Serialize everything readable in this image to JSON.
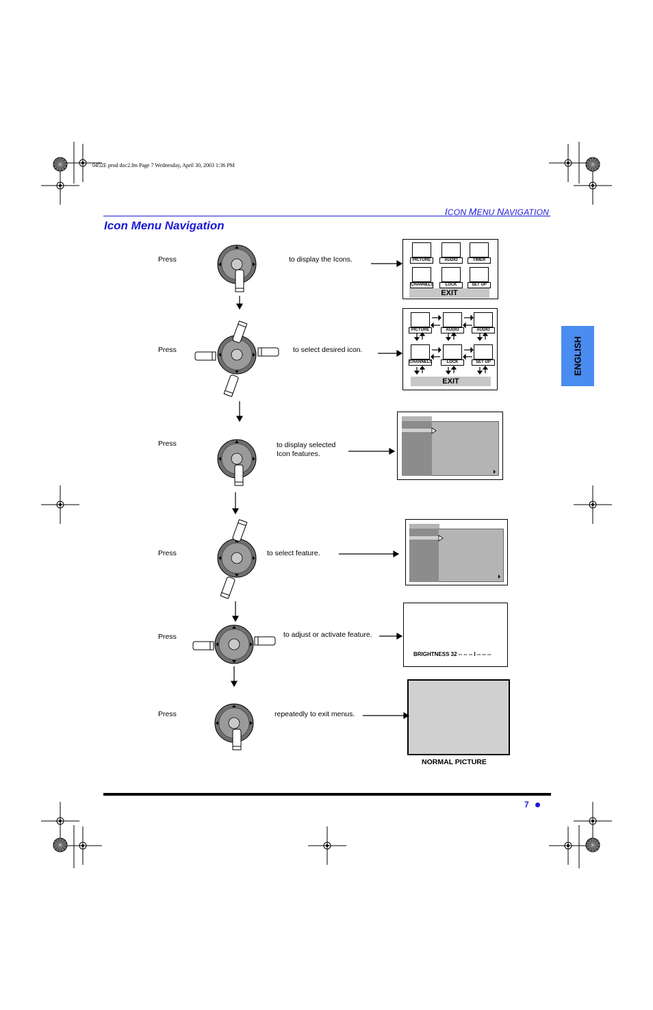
{
  "file_header": "0452E prod doc2.fm  Page 7  Wednesday, April 30, 2003  1:36 PM",
  "section_header": {
    "c1": "I",
    "r1": "CON ",
    "c2": "M",
    "r2": "ENU ",
    "c3": "N",
    "r3": "AVIGATION"
  },
  "page_title": "Icon Menu Navigation",
  "language_tab": "ENGLISH",
  "steps": [
    {
      "press": "Press",
      "action": "to display the Icons."
    },
    {
      "press": "Press",
      "action": "to select desired icon."
    },
    {
      "press": "Press",
      "action_line1": "to display selected",
      "action_line2": "Icon features."
    },
    {
      "press": "Press",
      "action": "to select feature."
    },
    {
      "press": "Press",
      "action": "to adjust or activate feature."
    },
    {
      "press": "Press",
      "action": "repeatedly to exit menus."
    }
  ],
  "icon_menu": {
    "labels": [
      "PICTURE",
      "AUDIO",
      "TIMER",
      "CHANNELS",
      "LOCK",
      "SET UP"
    ],
    "exit": "EXIT"
  },
  "icon_menu_2": {
    "labels": [
      "PICTURE",
      "AUDIO",
      "AUDIO",
      "CHANNELS",
      "LOCK",
      "SET UP"
    ],
    "exit": "EXIT"
  },
  "brightness": "BRIGHTNESS 32  -- -- -- l -- -- --",
  "normal_picture": "NORMAL PICTURE",
  "page_number": "7",
  "colors": {
    "accent": "#1a1ad6",
    "tab": "#4a8cf0",
    "menu_gray": "#b4b4b4",
    "menu_dark": "#8c8c8c"
  },
  "icons": [
    "remote-navigation-pad-icon",
    "pointing-hand-icon",
    "registration-crosshair-icon",
    "crop-mark-icon"
  ]
}
